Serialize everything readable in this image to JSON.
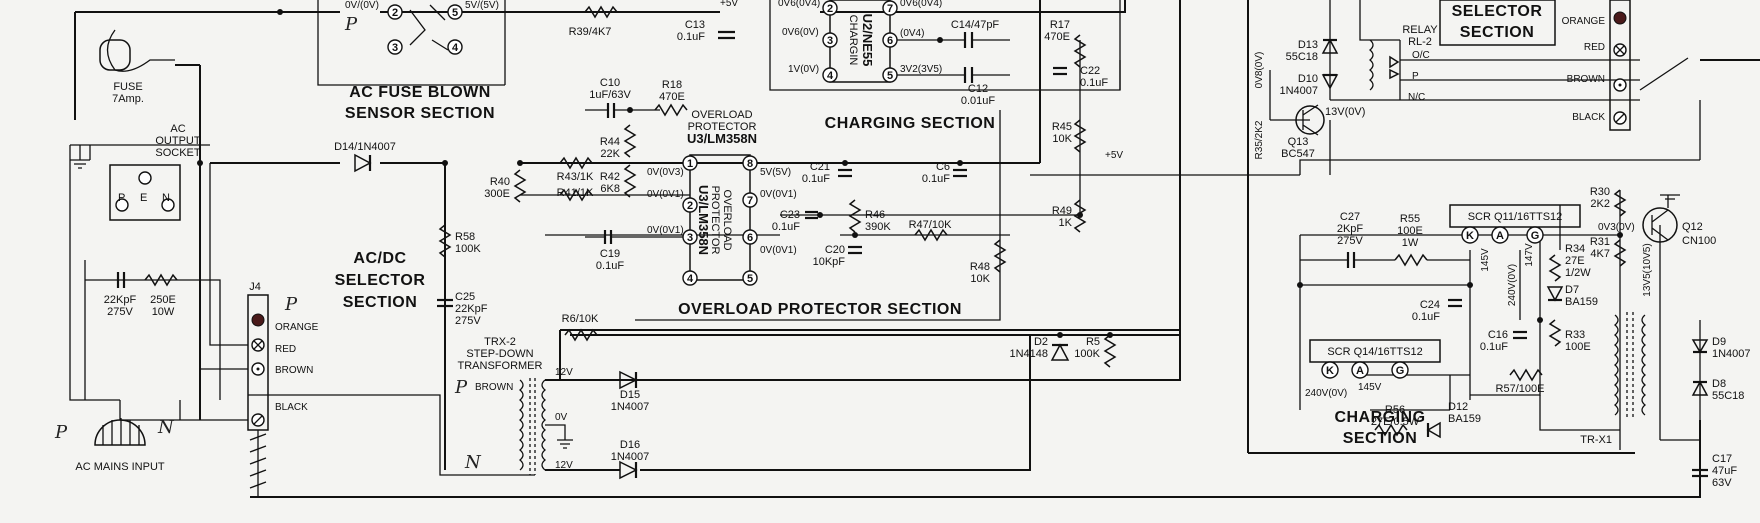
{
  "labels": {
    "fuse": "FUSE",
    "fuse_rating": "7Amp.",
    "ac_mains": "AC MAINS INPUT",
    "ac_output_1": "AC",
    "ac_output_2": "OUTPUT",
    "ac_output_3": "SOCKET",
    "socket_p": "P",
    "socket_e": "E",
    "socket_n": "N",
    "c_22kpf": "22KpF",
    "c_22kpf_v": "275V",
    "r_250e": "250E",
    "r_250e_w": "10W",
    "d14": "D14/1N4007",
    "r39": "R39/4K7",
    "c13": "C13",
    "c13_v": "0.1uF",
    "fuse_pin_v1": "0V/(0V)",
    "fuse_pin_v5": "5V/(5V)",
    "plus5v_top": "+5V",
    "ac_fuse_section_1": "AC FUSE BLOWN",
    "ac_fuse_section_2": "SENSOR SECTION",
    "acdc_section_1": "AC/DC",
    "acdc_section_2": "SELECTOR",
    "acdc_section_3": "SECTION",
    "j4": "J4",
    "j4_orange": "ORANGE",
    "j4_red": "RED",
    "j4_brown": "BROWN",
    "j4_black": "BLACK",
    "r58": "R58",
    "r58_v": "100K",
    "c25": "C25",
    "c25_v1": "22KpF",
    "c25_v2": "275V",
    "trx2_1": "TRX-2",
    "trx2_2": "STEP-DOWN",
    "trx2_3": "TRANSFORMER",
    "trx_brown": "BROWN",
    "trx_12v_top": "12V",
    "trx_0v": "0V",
    "trx_12v_bot": "12V",
    "d15": "D15",
    "d15_v": "1N4007",
    "d16": "D16",
    "d16_v": "1N4007",
    "r6": "R6/10K",
    "c10": "C10",
    "c10_v": "1uF/63V",
    "r18": "R18",
    "r18_v": "470E",
    "r44": "R44",
    "r44_v": "22K",
    "r40": "R40",
    "r40_v": "300E",
    "r43": "R43/1K",
    "r41": "R41/1K",
    "r42": "R42",
    "r42_v": "6K8",
    "c19": "C19",
    "c19_v": "0.1uF",
    "ic_ol_1": "OVERLOAD",
    "ic_ol_2": "PROTECTOR",
    "ic_ol_3": "U3/LM358N",
    "ic_body_1": "OVERLOAD",
    "ic_body_2": "PROTECTOR",
    "ic_body_3": "U3/LM358N",
    "p1_v": "0V(0V3)",
    "p2_v": "0V(0V1)",
    "p3_v": "0V(0V1)",
    "p8_v": "5V(5V)",
    "p7_v": "0V(0V1)",
    "p6_v": "0V(0V1)",
    "c21": "C21",
    "c21_v": "0.1uF",
    "c6": "C6",
    "c6_v": "0.1uF",
    "c23": "C23",
    "c23_v": "0.1uF",
    "r46": "R46",
    "r46_v": "390K",
    "r47": "R47/10K",
    "c20": "C20",
    "c20_v": "10KpF",
    "r48": "R48",
    "r48_v": "10K",
    "r49": "R49",
    "r49_v": "1K",
    "r45": "R45",
    "r45_v": "10K",
    "plus5v_mid": "+5V",
    "d2": "D2",
    "d2_v": "1N4148",
    "r5": "R5",
    "r5_v": "100K",
    "ol_section": "OVERLOAD PROTECTOR SECTION",
    "u2_pin_a": "0V6(0V4)",
    "u2_pin_b": "0V6(0V)",
    "u2_pin_c": "1V(0V)",
    "u2_pin_d": "0V6(0V4)",
    "u2_pin_e": "(0V4)",
    "u2_pin_f": "3V2(3V5)",
    "u2_name_1": "U2/NE55",
    "u2_name_2": "CHARGIN",
    "c14": "C14/47pF",
    "c12": "C12",
    "c12_v": "0.01uF",
    "r17": "R17",
    "r17_v": "470E",
    "c22": "C22",
    "c22_v": "0.1uF",
    "charging_top": "CHARGING SECTION",
    "d13": "D13",
    "d13_v": "55C18",
    "d10": "D10",
    "d10_v": "1N4007",
    "relay_1": "RELAY",
    "relay_2": "RL-2",
    "relay_oc": "O/C",
    "relay_p": "P",
    "relay_nc": "N/C",
    "q13": "Q13",
    "q13_v": "BC547",
    "q13_13v": "13V(0V)",
    "r35": "R35/2K2",
    "v_0v8": "0V8(0V)",
    "sel2_1": "SELECTOR",
    "sel2_2": "SECTION",
    "j_orange": "ORANGE",
    "j_red": "RED",
    "j_brown": "BROWN",
    "j_black": "BLACK",
    "r30": "R30",
    "r30_v": "2K2",
    "r31": "R31",
    "r31_v": "4K7",
    "q12": "Q12",
    "q12_v": "CN100",
    "q12_v1": "0V3(0V)",
    "q12_v2": "13V5(10V5)",
    "c27": "C27",
    "c27_v1": "2KpF",
    "c27_v2": "275V",
    "r55": "R55",
    "r55_v1": "100E",
    "r55_v2": "1W",
    "scr11": "SCR Q11/16TTS12",
    "scr_k": "K",
    "scr_a": "A",
    "scr_g": "G",
    "scr11_145": "145V",
    "scr11_240": "240V(0V)",
    "scr11_147": "147V",
    "r34": "R34",
    "r34_v1": "27E",
    "r34_v2": "1/2W",
    "d7": "D7",
    "d7_v": "BA159",
    "c24": "C24",
    "c24_v": "0.1uF",
    "c16": "C16",
    "c16_v": "0.1uF",
    "r33": "R33",
    "r33_v": "100E",
    "scr14": "SCR Q14/16TTS12",
    "scr14_145": "145V",
    "scr14_240": "240V(0V)",
    "r57": "R57/100E",
    "r56": "R56",
    "r56_v": "27E/0.5W",
    "d12": "D12",
    "d12_v": "BA159",
    "charging_bot_1": "CHARGING",
    "charging_bot_2": "SECTION",
    "trx1": "TR-X1",
    "d9": "D9",
    "d9_v": "1N4007",
    "d8": "D8",
    "d8_v": "55C18",
    "c17": "C17",
    "c17_v1": "47uF",
    "c17_v2": "63V",
    "pin_1": "1",
    "pin_2": "2",
    "pin_3": "3",
    "pin_4": "4",
    "pin_5": "5",
    "pin_6": "6",
    "pin_7": "7",
    "pin_8": "8"
  },
  "handwritten": {
    "p_top": "P",
    "p_j4": "P",
    "p_trx": "P",
    "n_trx": "N",
    "p_mains": "P",
    "n_mains": "N"
  }
}
